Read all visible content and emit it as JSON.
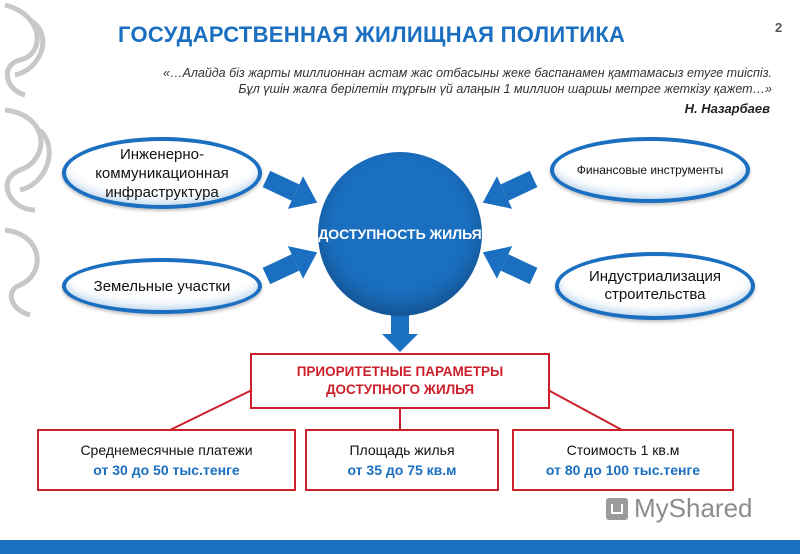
{
  "header": {
    "title": "ГОСУДАРСТВЕННАЯ ЖИЛИЩНАЯ ПОЛИТИКА",
    "slide_number": "2"
  },
  "quote": {
    "line1": "«…Алайда біз жарты миллионнан астам жас отбасыны жеке баспанамен қамтамасыз етуге тиіспіз.",
    "line2": "Бұл үшін жалға берілетін тұрғын үй алаңын 1 миллион шаршы метрге жеткізу қажет…»",
    "author": "Н. Назарбаев"
  },
  "diagram": {
    "center": "ДОСТУПНОСТЬ ЖИЛЬЯ",
    "factors": {
      "engineering": "Инженерно-коммуникационная инфраструктура",
      "land": "Земельные участки",
      "finance": "Финансовые инструменты",
      "industrial": "Индустриализация строительства"
    },
    "priority": "ПРИОРИТЕТНЫЕ ПАРАМЕТРЫ ДОСТУПНОГО ЖИЛЬЯ",
    "parameters": [
      {
        "label": "Среднемесячные платежи",
        "value": "от 30 до 50 тыс.тенге"
      },
      {
        "label": "Площадь жилья",
        "value": "от 35 до 75 кв.м"
      },
      {
        "label": "Стоимость 1 кв.м",
        "value": "от 80 до 100 тыс.тенге"
      }
    ]
  },
  "watermark": "MyShared",
  "colors": {
    "accent_blue": "#1a6fc0",
    "accent_red": "#cc1f2a",
    "ornament_gray": "#c8c8c8"
  }
}
